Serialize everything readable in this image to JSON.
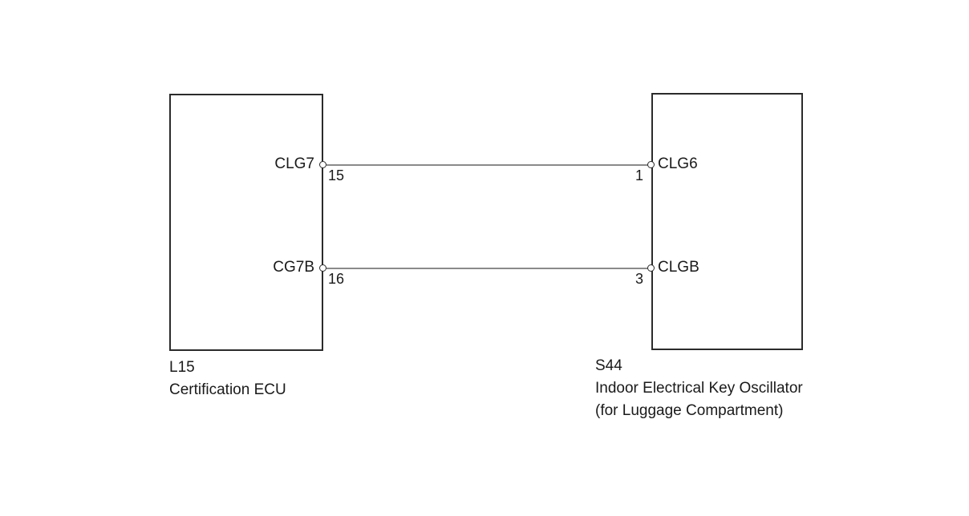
{
  "diagram": {
    "type": "automotive-wiring-harness-diagram",
    "components": [
      {
        "id": "left",
        "code": "L15",
        "name": "Certification ECU",
        "name_line2": "",
        "pins": [
          {
            "signal": "CLG7",
            "number": "15"
          },
          {
            "signal": "CG7B",
            "number": "16"
          }
        ]
      },
      {
        "id": "right",
        "code": "S44",
        "name": "Indoor Electrical Key Oscillator",
        "name_line2": "(for Luggage Compartment)",
        "pins": [
          {
            "signal": "CLG6",
            "number": "1"
          },
          {
            "signal": "CLGB",
            "number": "3"
          }
        ]
      }
    ],
    "wires": [
      {
        "id": "wire-top",
        "from": "L15-15-CLG7",
        "to": "S44-1-CLG6"
      },
      {
        "id": "wire-bottom",
        "from": "L15-16-CG7B",
        "to": "S44-3-CLGB"
      }
    ],
    "colors": {
      "box_border": "#2b2b2b",
      "wire": "#8a8a8a",
      "text": "#1a1a1a",
      "background": "#ffffff"
    }
  }
}
